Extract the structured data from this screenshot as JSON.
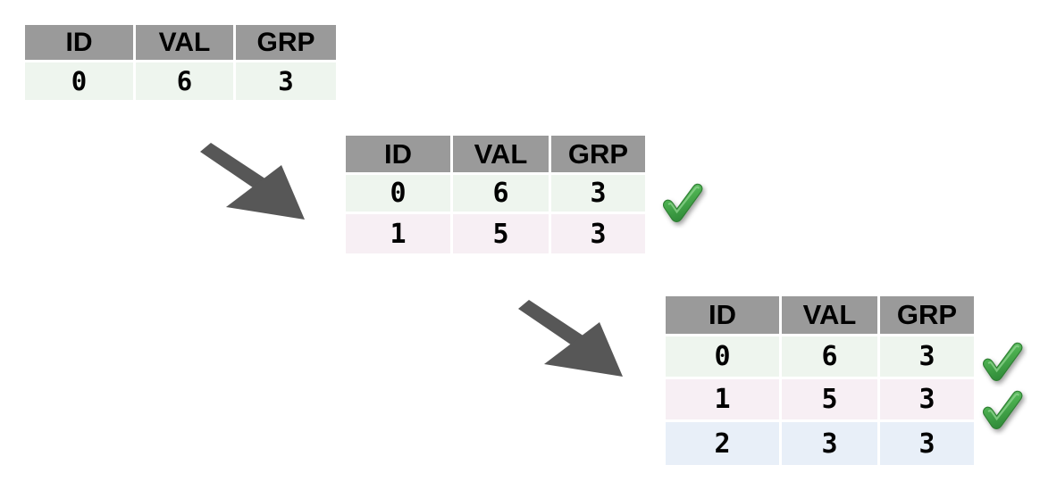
{
  "diagram": {
    "title": "Incremental table accumulation with validation checkmarks",
    "colors": {
      "header_bg": "#9a9a9a",
      "row_green": "#eef5ee",
      "row_pink": "#f7eff4",
      "row_blue": "#e8eff8",
      "arrow": "#575757",
      "check_green": "#4caf50",
      "text": "#000000",
      "page_bg": "#ffffff"
    },
    "columns": [
      "ID",
      "VAL",
      "GRP"
    ],
    "tables": [
      {
        "id": "table-1",
        "headers": [
          "ID",
          "VAL",
          "GRP"
        ],
        "rows": [
          {
            "tint": "green",
            "cells": [
              "0",
              "6",
              "3"
            ],
            "check": false
          }
        ]
      },
      {
        "id": "table-2",
        "headers": [
          "ID",
          "VAL",
          "GRP"
        ],
        "rows": [
          {
            "tint": "green",
            "cells": [
              "0",
              "6",
              "3"
            ],
            "check": true
          },
          {
            "tint": "pink",
            "cells": [
              "1",
              "5",
              "3"
            ],
            "check": false
          }
        ]
      },
      {
        "id": "table-3",
        "headers": [
          "ID",
          "VAL",
          "GRP"
        ],
        "rows": [
          {
            "tint": "green",
            "cells": [
              "0",
              "6",
              "3"
            ],
            "check": true
          },
          {
            "tint": "pink",
            "cells": [
              "1",
              "5",
              "3"
            ],
            "check": true
          },
          {
            "tint": "blue",
            "cells": [
              "2",
              "3",
              "3"
            ],
            "check": false
          }
        ]
      }
    ],
    "arrows": [
      {
        "id": "arrow-1",
        "from": "table-1",
        "to": "table-2",
        "direction": "down-right"
      },
      {
        "id": "arrow-2",
        "from": "table-2",
        "to": "table-3",
        "direction": "down-right"
      }
    ],
    "checkmarks": [
      {
        "id": "check-t2-r0",
        "icon": "green-check-icon",
        "table": "table-2",
        "row": 0
      },
      {
        "id": "check-t3-r0",
        "icon": "green-check-icon",
        "table": "table-3",
        "row": 0
      },
      {
        "id": "check-t3-r1",
        "icon": "green-check-icon",
        "table": "table-3",
        "row": 1
      }
    ]
  }
}
